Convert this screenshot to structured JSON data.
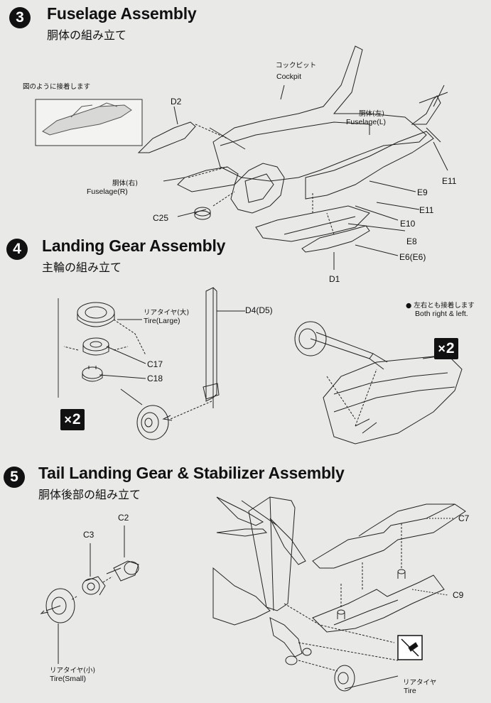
{
  "steps": [
    {
      "number": "3",
      "title": "Fuselage Assembly",
      "subtitle": "胴体の組み立て",
      "inset_caption": "図のように接着します",
      "labels": {
        "d2": "D2",
        "cockpit_jp": "コックピット",
        "cockpit": "Cockpit",
        "fuselage_l_jp": "胴体(左)",
        "fuselage_l": "Fuselage(L)",
        "fuselage_r_jp": "胴体(右)",
        "fuselage_r": "Fuselage(R)",
        "c25": "C25",
        "e11a": "E11",
        "e9": "E9",
        "e11b": "E11",
        "e10": "E10",
        "e8": "E8",
        "e6": "E6(E6)",
        "d1": "D1"
      }
    },
    {
      "number": "4",
      "title": "Landing Gear Assembly",
      "subtitle": "主輪の組み立て",
      "labels": {
        "tire_large_jp": "リアタイヤ(大)",
        "tire_large": "Tire(Large)",
        "d4": "D4(D5)",
        "c17": "C17",
        "c18": "C18"
      },
      "qty_symbol": "×",
      "qty": "2",
      "note_jp": "● 左右とも接着します",
      "note": "Both right & left."
    },
    {
      "number": "5",
      "title": "Tail Landing Gear & Stabilizer Assembly",
      "subtitle": "胴体後部の組み立て",
      "labels": {
        "c2": "C2",
        "c3": "C3",
        "tire_small_jp": "リアタイヤ(小)",
        "tire_small": "Tire(Small)",
        "c7": "C7",
        "c9": "C9",
        "tire_jp": "リアタイヤ",
        "tire": "Tire"
      }
    }
  ]
}
